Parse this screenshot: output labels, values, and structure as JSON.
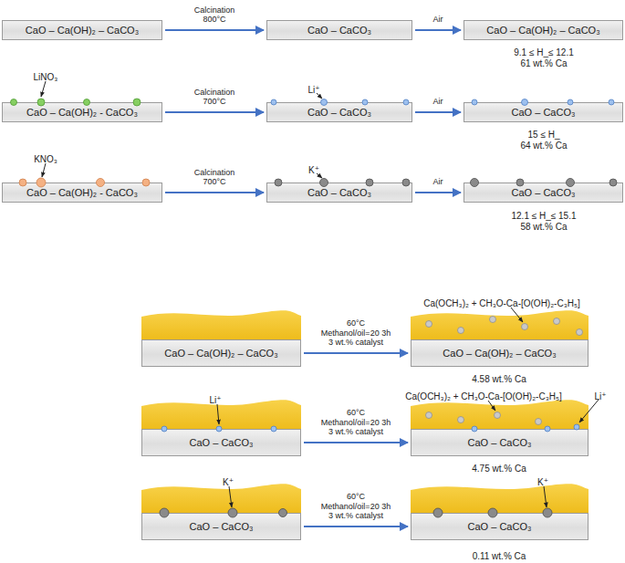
{
  "diagram": {
    "nodes": [
      {
        "text": [
          "CaO – Ca(OH)₂ – CaCO₃"
        ]
      },
      {
        "text": [
          "CaO – CaCO₃"
        ]
      },
      {
        "text": [
          "CaO – Ca(OH)₂ – CaCO₃"
        ]
      },
      {
        "text": [
          "CaO – Ca(OH)₂ - CaCO₃"
        ]
      },
      {
        "text": [
          "CaO – CaCO₃"
        ]
      },
      {
        "text": [
          "CaO – CaCO₃"
        ]
      },
      {
        "text": [
          "CaO – Ca(OH)₂ - CaCO₃"
        ]
      },
      {
        "text": [
          "CaO – CaCO₃"
        ]
      },
      {
        "text": [
          "CaO – CaCO₃"
        ]
      },
      {
        "text": [
          "CaO – Ca(OH)₂ – CaCO₃"
        ]
      },
      {
        "text": [
          "CaO – Ca(OH)₂ – CaCO₃"
        ]
      },
      {
        "text": [
          "CaO – CaCO₃"
        ]
      },
      {
        "text": [
          "CaO – CaCO₃"
        ]
      },
      {
        "text": [
          "CaO – CaCO₃"
        ]
      },
      {
        "text": [
          "CaO – CaCO₃"
        ]
      }
    ],
    "edges": [
      {
        "from": 0,
        "to": 1,
        "label": "Calcination 800°C",
        "arrow": "to"
      },
      {
        "from": 1,
        "to": 2,
        "label": "Air",
        "arrow": "to"
      },
      {
        "from": 3,
        "to": 4,
        "label": "Calcination 700°C",
        "arrow": "to"
      },
      {
        "from": 4,
        "to": 5,
        "label": "Air",
        "arrow": "to"
      },
      {
        "from": 6,
        "to": 7,
        "label": "Calcination 700°C",
        "arrow": "to"
      },
      {
        "from": 7,
        "to": 8,
        "label": "Air",
        "arrow": "to"
      },
      {
        "from": 9,
        "to": 10,
        "label": "60°C Methanol/oil=20 3h 3 wt.% catalyst",
        "arrow": "to"
      },
      {
        "from": 11,
        "to": 12,
        "label": "60°C Methanol/oil=20 3h 3 wt.% catalyst",
        "arrow": "to"
      },
      {
        "from": 13,
        "to": 14,
        "label": "60°C Methanol/oil=20 3h 3 wt.% catalyst",
        "arrow": "to"
      }
    ],
    "labels": [
      "LiNO₃",
      "KNO₃",
      "9.1 ≤ H_≤ 12.1",
      "61 wt.% Ca",
      "Li⁺",
      "15 ≤ H_",
      "64 wt.% Ca",
      "K⁺",
      "12.1 ≤ H_≤ 15.1",
      "58 wt.% Ca",
      "Ca(OCH₃)₂ + CH₃O-Ca-[O(OH)₂-C₃H₅]",
      "4.58 wt.% Ca",
      "Li⁺",
      "Ca(OCH₃)₂ + CH₃O-Ca-[O(OH)₂-C₃H₅]",
      "Li⁺",
      "4.75 wt.% Ca",
      "K⁺",
      "K⁺",
      "0.11 wt.% Ca"
    ]
  }
}
